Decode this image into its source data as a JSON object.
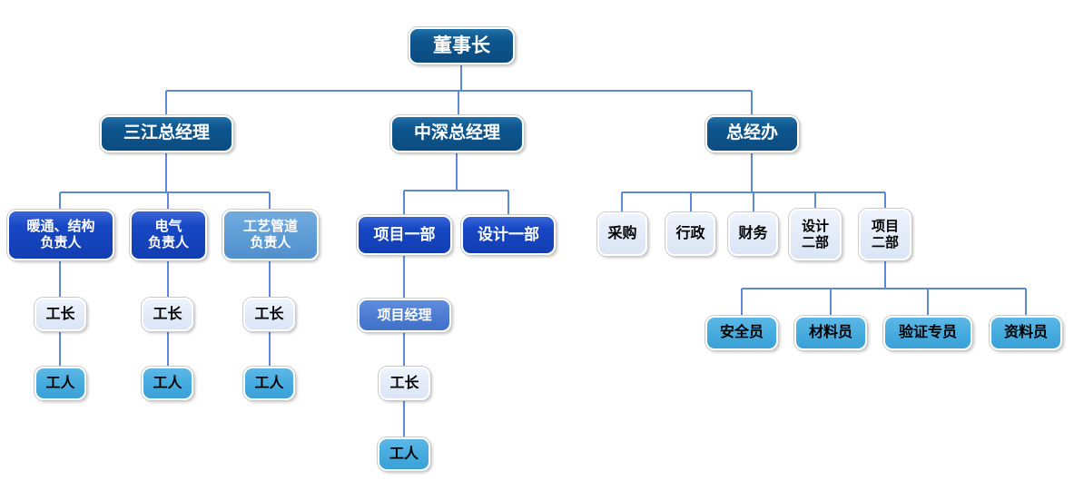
{
  "diagram": {
    "type": "org-chart",
    "colors": {
      "navy": "#0E568E",
      "royal": "#1747C4",
      "medium": "#4A7AD0",
      "lightmed": "#5B9BD5",
      "pale": "#E2EAF8",
      "sky": "#45AADD",
      "connector": "#5B8BD8",
      "text_light": "#FFFFFF",
      "text_dark": "#000000"
    },
    "nodes": {
      "chairman": {
        "label": "董事长"
      },
      "gm_sanjiang": {
        "label": "三江总经理"
      },
      "gm_zhongshen": {
        "label": "中深总经理"
      },
      "gm_office": {
        "label": "总经办"
      },
      "hvac_struct_lead": {
        "label": "暖通、结构\n负责人"
      },
      "electrical_lead": {
        "label": "电气\n负责人"
      },
      "process_piping_lead": {
        "label": "工艺管道\n负责人"
      },
      "foreman_1": {
        "label": "工长"
      },
      "foreman_2": {
        "label": "工长"
      },
      "foreman_3": {
        "label": "工长"
      },
      "worker_1": {
        "label": "工人"
      },
      "worker_2": {
        "label": "工人"
      },
      "worker_3": {
        "label": "工人"
      },
      "project_dept_1": {
        "label": "项目一部"
      },
      "design_dept_1": {
        "label": "设计一部"
      },
      "project_manager": {
        "label": "项目经理"
      },
      "foreman_4": {
        "label": "工长"
      },
      "worker_4": {
        "label": "工人"
      },
      "purchasing": {
        "label": "采购"
      },
      "administration": {
        "label": "行政"
      },
      "finance": {
        "label": "财务"
      },
      "design_dept_2": {
        "label": "设计\n二部"
      },
      "project_dept_2": {
        "label": "项目\n二部"
      },
      "safety_officer": {
        "label": "安全员"
      },
      "material_officer": {
        "label": "材料员"
      },
      "verification_specialist": {
        "label": "验证专员"
      },
      "document_officer": {
        "label": "资料员"
      }
    }
  }
}
